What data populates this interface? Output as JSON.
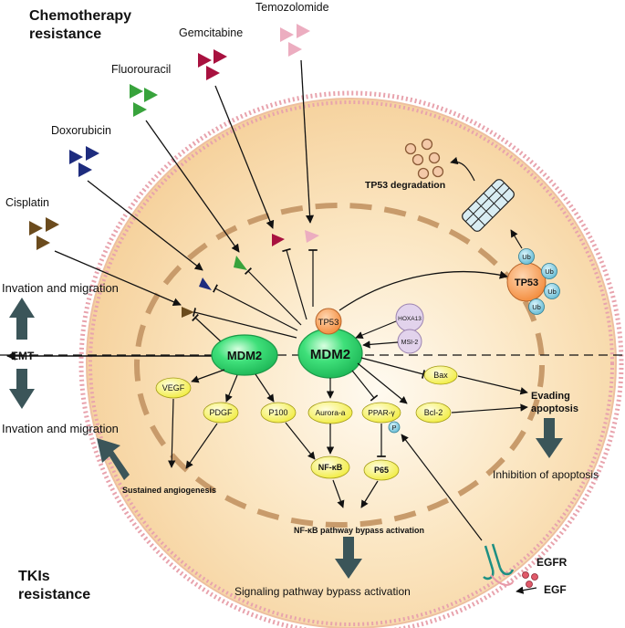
{
  "titles": {
    "chemo_line1": "Chemotherapy",
    "chemo_line2": "resistance",
    "tki_line1": "TKIs",
    "tki_line2": "resistance"
  },
  "drugs": {
    "temozolomide": "Temozolomide",
    "gemcitabine": "Gemcitabine",
    "fluorouracil": "Fluorouracil",
    "doxorubicin": "Doxorubicin",
    "cisplatin": "Cisplatin"
  },
  "nodes": {
    "mdm2_center": "MDM2",
    "mdm2_left": "MDM2",
    "tp53": "TP53",
    "tp53_ub": "TP53",
    "hoxa13": "HOXA13",
    "msi2": "MSI-2",
    "vegf": "VEGF",
    "pdgf": "PDGF",
    "p100": "P100",
    "aurora": "Aurora-a",
    "ppar": "PPAR-γ",
    "bax": "Bax",
    "bcl2": "Bcl-2",
    "nfkb": "NF-κB",
    "p65": "P65",
    "ub": "Ub",
    "p": "P"
  },
  "labels": {
    "tp53_degradation": "TP53 degradation",
    "invasion_top": "Invation and migration",
    "invasion_bottom": "Invation and migration",
    "emt": "EMT",
    "sustained_angiogenesis": "Sustained angiogenesis",
    "nfkb_bypass": "NF-κB pathway bypass activation",
    "signaling_bypass": "Signaling pathway bypass activation",
    "evading_line1": "Evading",
    "evading_line2": "apoptosis",
    "inhibition_apoptosis": "Inhibition of apoptosis",
    "egfr": "EGFR",
    "egf": "EGF"
  },
  "colors": {
    "cell_fill": "#f9d8a7",
    "nucleus_border": "#c89b6b",
    "membrane": "#e8a3ad",
    "mdm2_green": "#33d06a",
    "node_yellow": "#f7f25a",
    "tp53_orange": "#f79a50",
    "node_purple": "#e2d3ec",
    "ub_blue": "#7fc9dc",
    "big_arrow": "#3b5559",
    "temozolomide": "#ecadc0",
    "gemcitabine": "#a8113f",
    "fluorouracil": "#38a33c",
    "doxorubicin": "#1e2c7e",
    "cisplatin": "#6b4b1d"
  }
}
